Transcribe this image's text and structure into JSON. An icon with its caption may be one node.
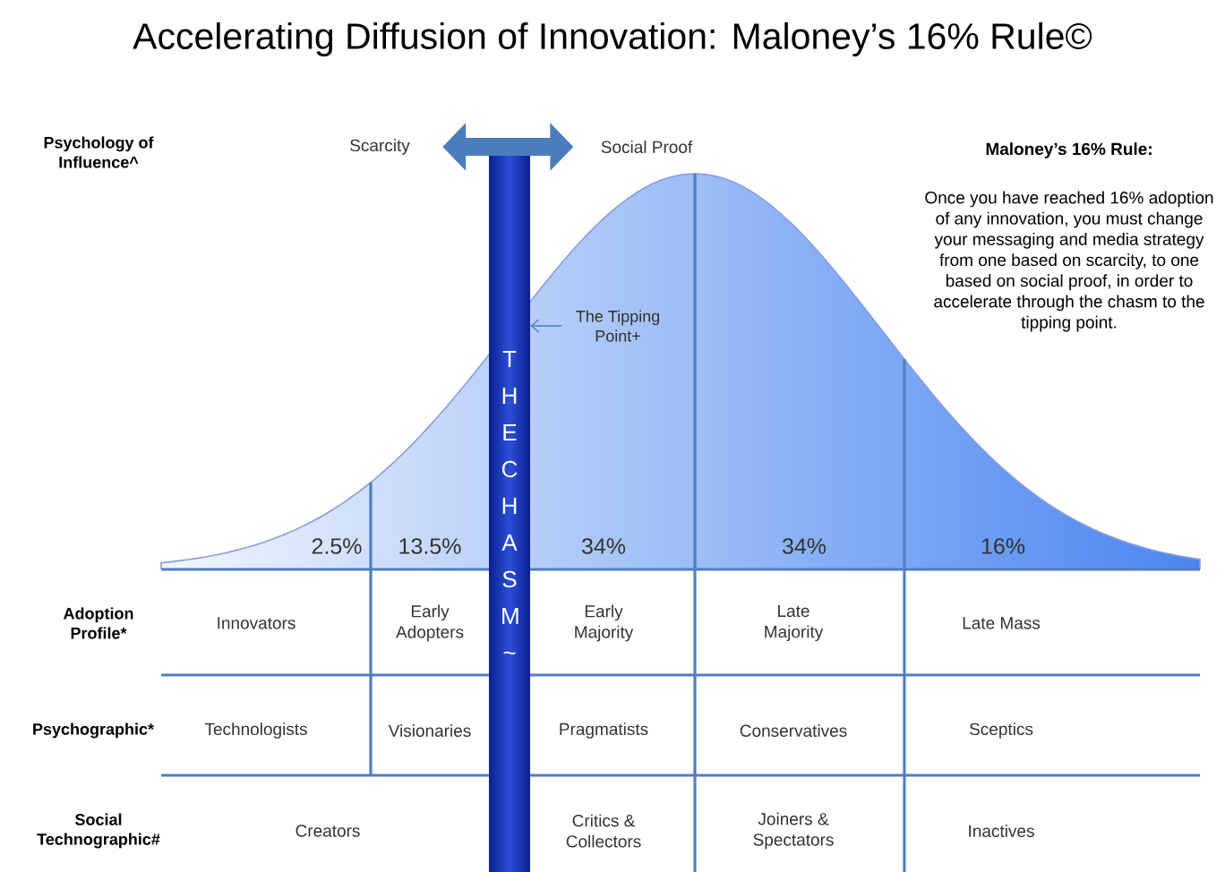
{
  "diagram": {
    "title": "Accelerating Diffusion of Innovation: Maloney’s 16% Rule©",
    "nodes": [
      {
        "text": [
          "T H E C H A S M ~"
        ]
      },
      {
        "text": [
          "Scarcity"
        ]
      },
      {
        "text": [
          "Social Proof"
        ]
      },
      {
        "text": [
          "The Tipping Point+"
        ]
      }
    ],
    "edges": [
      {
        "from": 1,
        "to": 2,
        "arrow": "both",
        "style": "thick"
      },
      {
        "from": 3,
        "to": 0,
        "arrow": "to"
      }
    ],
    "labels": [
      "Psychology of Influence^",
      "Maloney’s 16% Rule:",
      "Once you have reached 16% adoption of any innovation, you must change your messaging and media strategy from one based on scarcity, to one based on social proof, in order to accelerate through the chasm to the tipping point.",
      "2.5%",
      "13.5%",
      "34%",
      "34%",
      "16%",
      "Adoption Profile*",
      "Innovators",
      "Early Adopters",
      "Early Majority",
      "Late Majority",
      "Late Mass",
      "Psychographic*",
      "Technologists",
      "Visionaries",
      "Pragmatists",
      "Conservatives",
      "Sceptics",
      "Social Technographic#",
      "Creators",
      "Critics & Collectors",
      "Joiners & Spectators",
      "Inactives"
    ]
  }
}
